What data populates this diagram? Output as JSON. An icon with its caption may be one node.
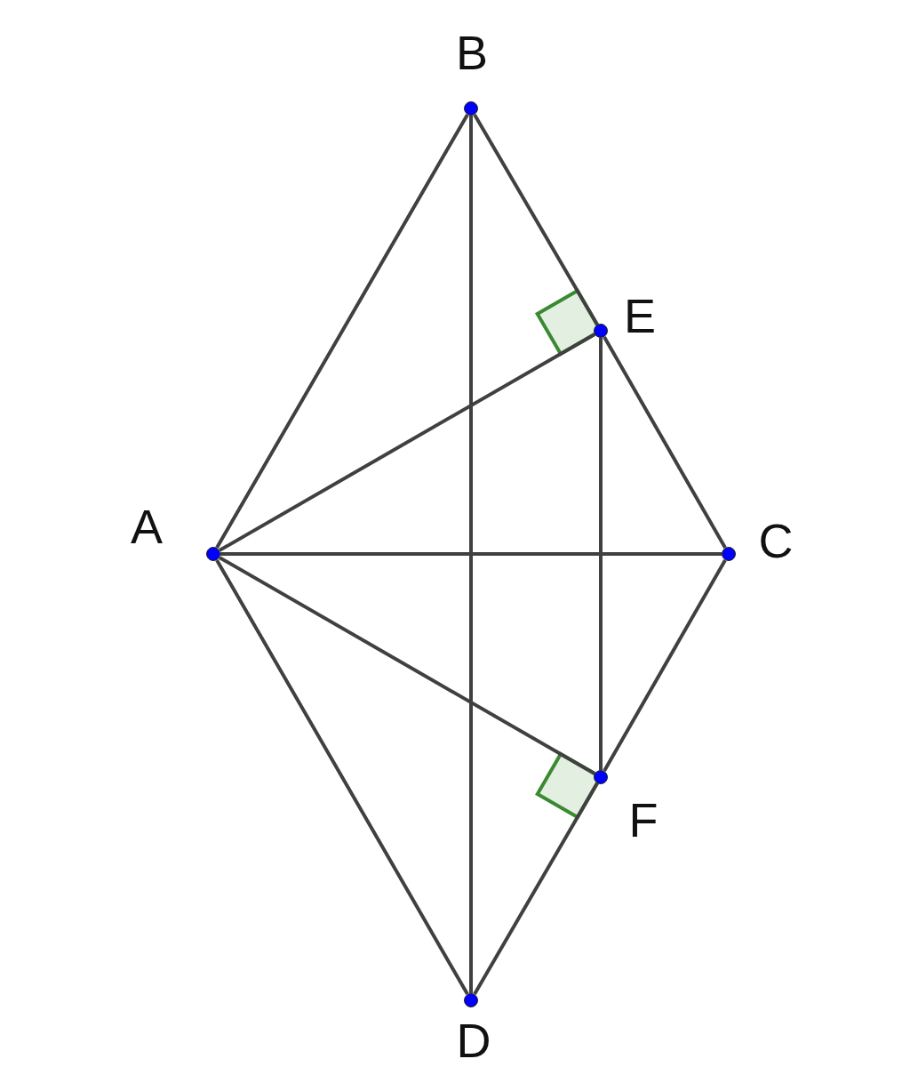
{
  "diagram": {
    "nodes": [
      {
        "text": [
          "B"
        ]
      },
      {
        "text": [
          "E"
        ]
      },
      {
        "text": [
          "A"
        ]
      },
      {
        "text": [
          "C"
        ]
      },
      {
        "text": [
          "F"
        ]
      },
      {
        "text": [
          "D"
        ]
      }
    ],
    "edges": [
      {
        "from": 2,
        "to": 0,
        "arrow": "none"
      },
      {
        "from": 0,
        "to": 1,
        "arrow": "none"
      },
      {
        "from": 1,
        "to": 3,
        "arrow": "none"
      },
      {
        "from": 3,
        "to": 4,
        "arrow": "none"
      },
      {
        "from": 4,
        "to": 5,
        "arrow": "none"
      },
      {
        "from": 2,
        "to": 5,
        "arrow": "none"
      },
      {
        "from": 0,
        "to": 5,
        "arrow": "none"
      },
      {
        "from": 2,
        "to": 3,
        "arrow": "none"
      },
      {
        "from": 2,
        "to": 1,
        "arrow": "none"
      },
      {
        "from": 2,
        "to": 4,
        "arrow": "none"
      },
      {
        "from": 1,
        "to": 4,
        "arrow": "none"
      }
    ]
  }
}
